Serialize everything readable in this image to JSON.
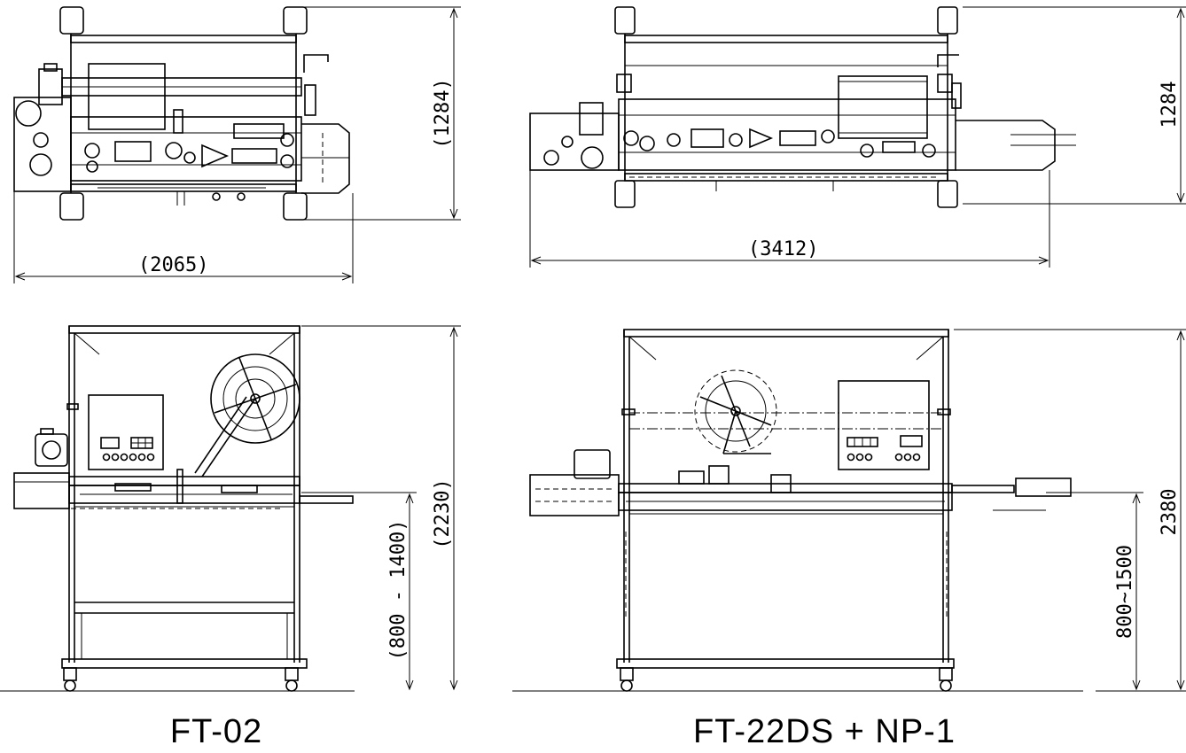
{
  "machines": [
    {
      "model": "FT-02",
      "top_view": {
        "width_label": "(2065)",
        "depth_label": "(1284)"
      },
      "side_view": {
        "height_label": "(2230)",
        "table_height_label": "(800 - 1400)"
      }
    },
    {
      "model": "FT-22DS + NP-1",
      "top_view": {
        "width_label": "(3412)",
        "depth_label": "1284"
      },
      "side_view": {
        "height_label": "2380",
        "table_height_label": "800~1500"
      }
    }
  ],
  "colors": {
    "line": "#000000",
    "background": "#ffffff"
  }
}
